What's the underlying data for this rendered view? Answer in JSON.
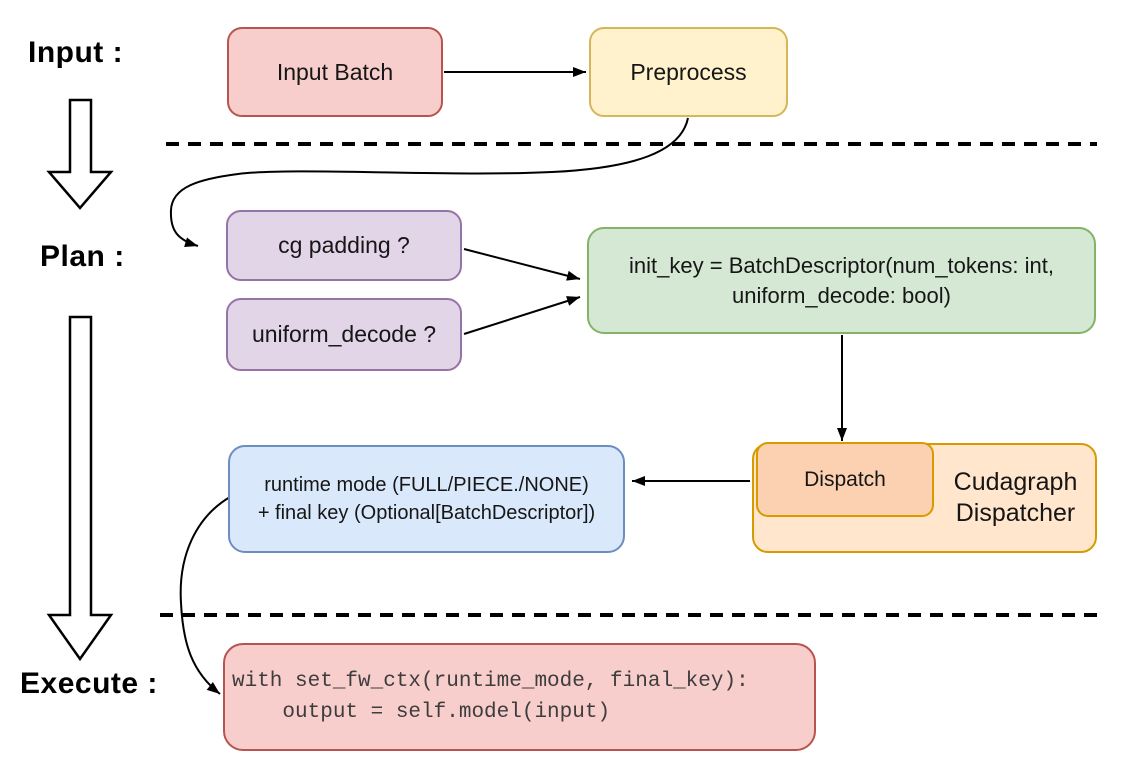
{
  "stages": {
    "input": "Input :",
    "plan": "Plan :",
    "execute": "Execute :"
  },
  "nodes": {
    "input_batch": {
      "label": "Input Batch",
      "fill": "#f8cecc",
      "border": "#b85450"
    },
    "preprocess": {
      "label": "Preprocess",
      "fill": "#fff2cc",
      "border": "#d6b656"
    },
    "cg_padding": {
      "label": "cg padding ?",
      "fill": "#e1d5e7",
      "border": "#9673a6"
    },
    "uniform_decode": {
      "label": "uniform_decode ?",
      "fill": "#e1d5e7",
      "border": "#9673a6"
    },
    "init_key": {
      "line1": "init_key = BatchDescriptor(num_tokens: int,",
      "line2": "uniform_decode: bool)",
      "fill": "#d5e8d4",
      "border": "#82b366"
    },
    "dispatch": {
      "label": "Dispatch",
      "fill": "#fbd1b1",
      "border": "#d79b00"
    },
    "cudagraph_dispatcher": {
      "line1": "Cudagraph",
      "line2": "Dispatcher",
      "fill": "#ffe6cc",
      "border": "#d79b00"
    },
    "runtime_result": {
      "line1": "runtime mode (FULL/PIECE./NONE)",
      "line2": "+ final key (Optional[BatchDescriptor])",
      "fill": "#dae8fc",
      "border": "#6c8ebf"
    },
    "execute_code": {
      "line1": "with set_fw_ctx(runtime_mode, final_key):",
      "line2": "    output = self.model(input)",
      "fill": "#f8cecc",
      "border": "#b85450"
    }
  },
  "colors": {
    "line": "#000000",
    "background": "#ffffff"
  }
}
